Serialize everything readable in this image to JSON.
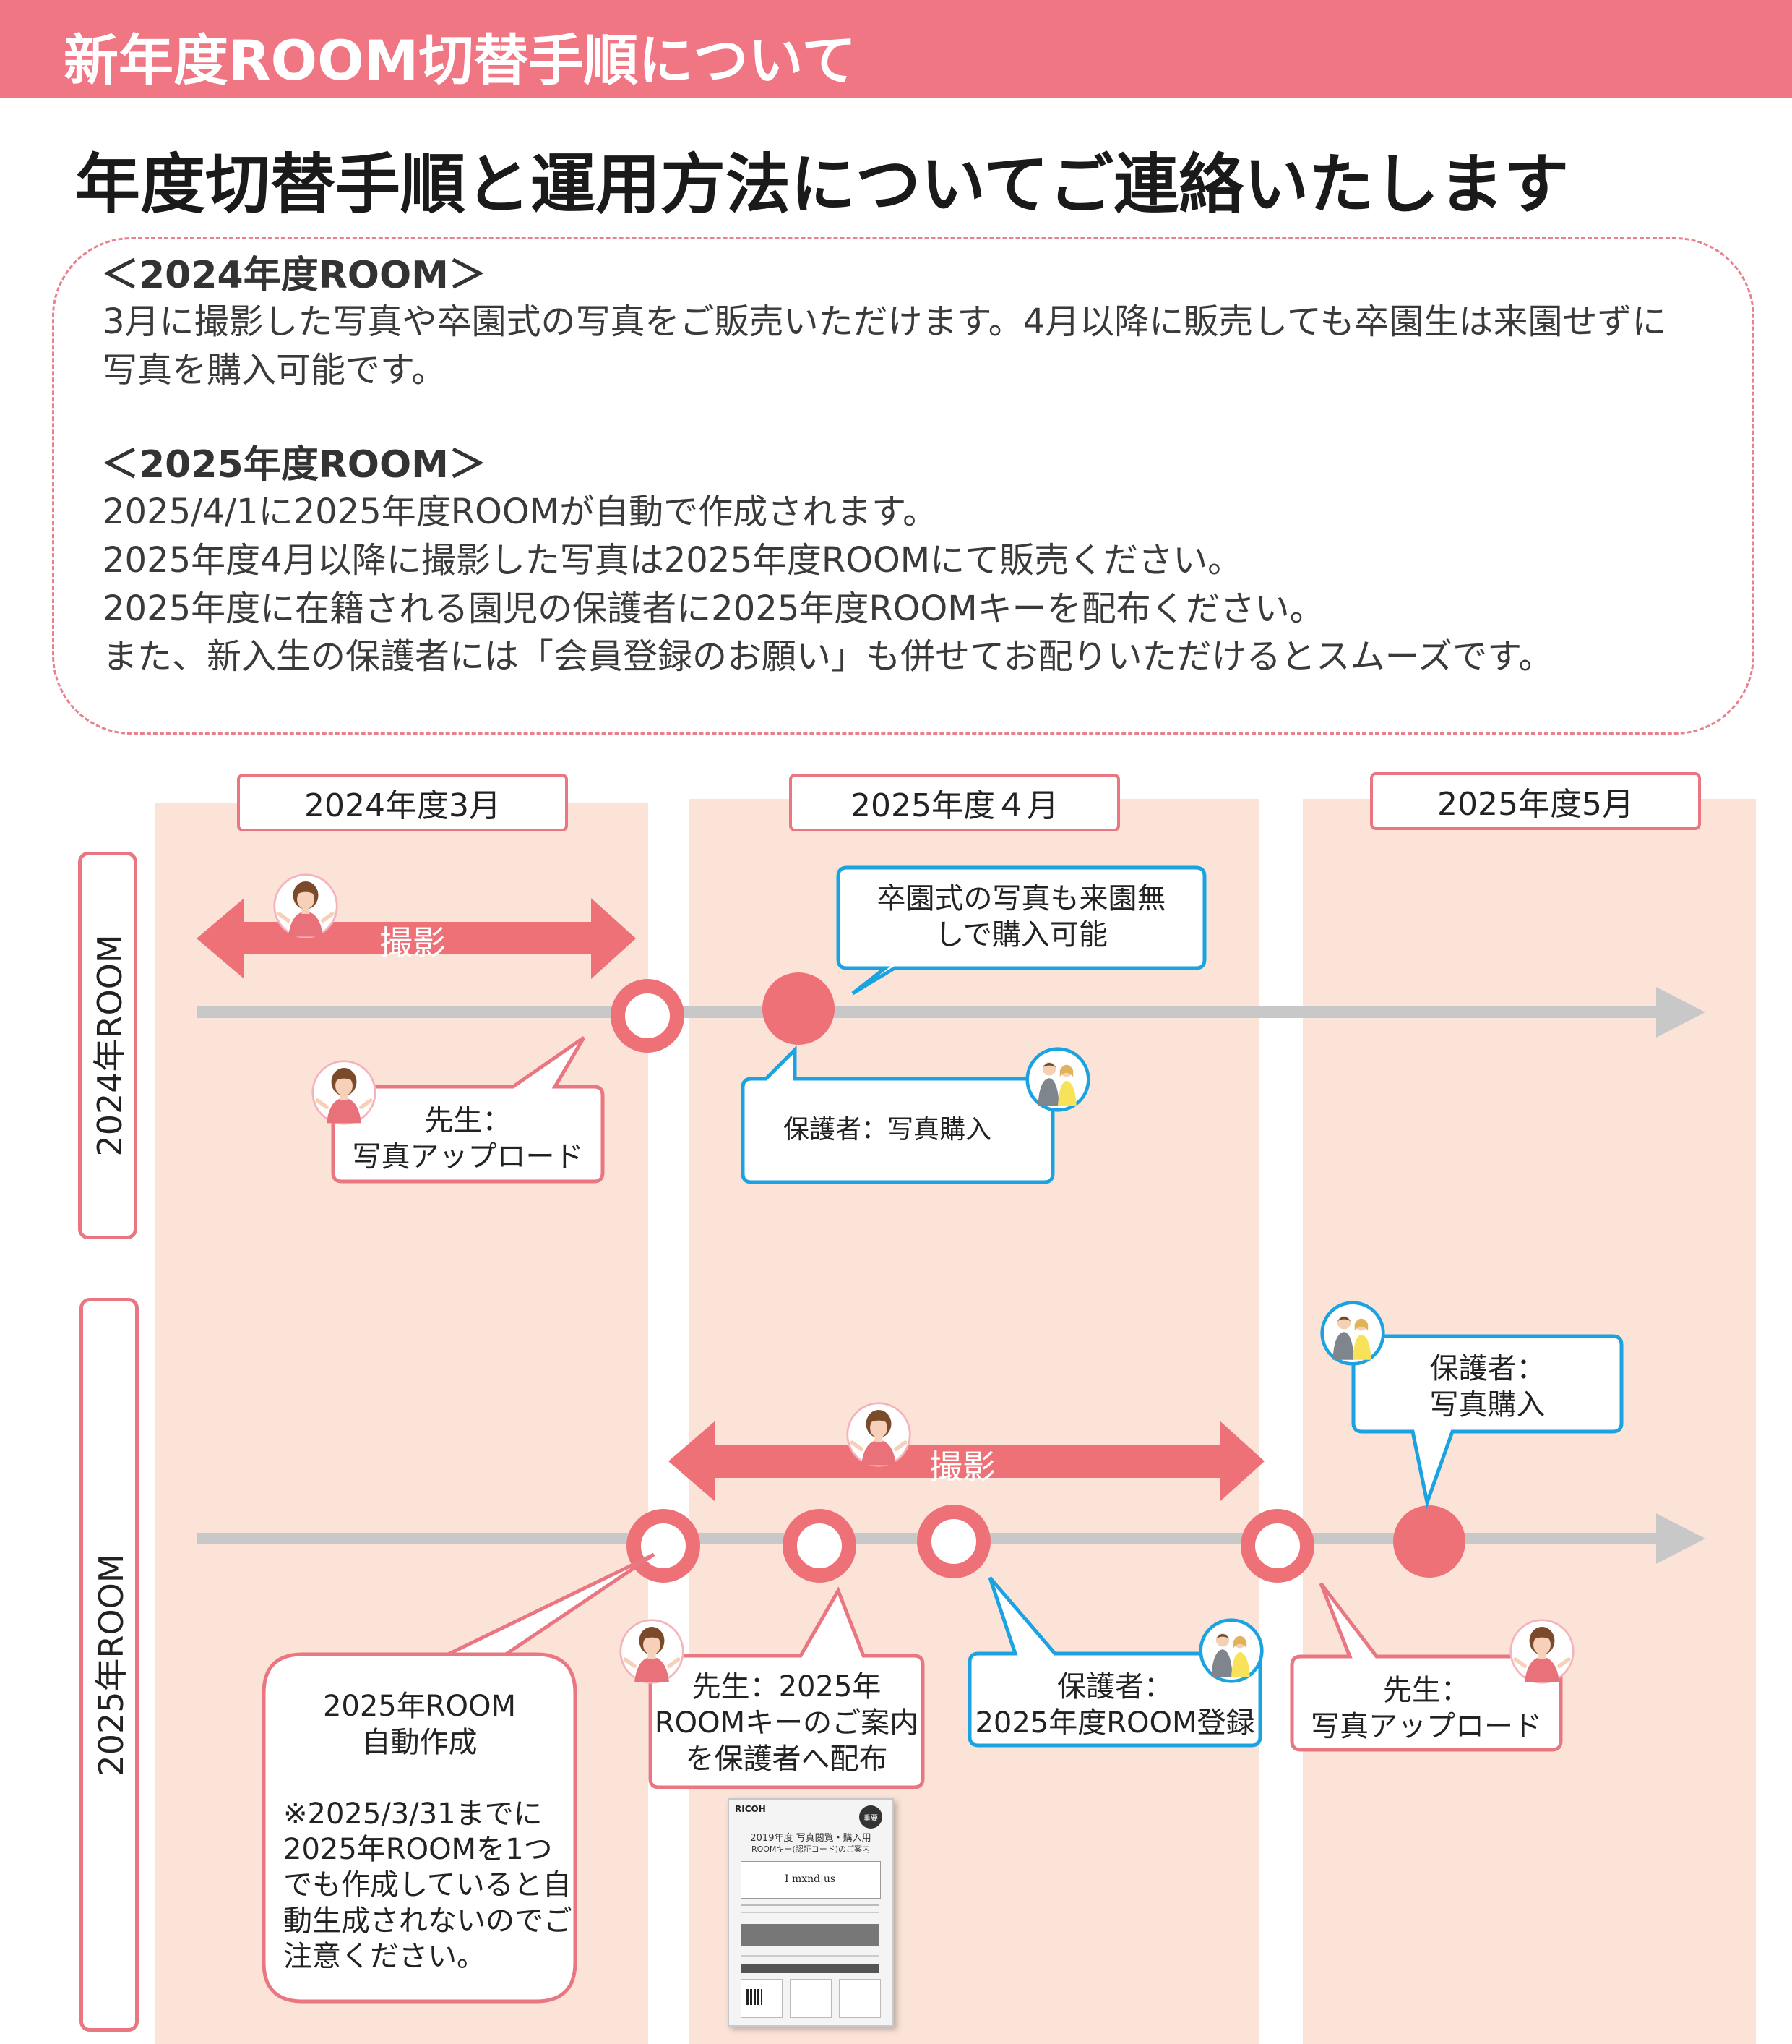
{
  "header": {
    "title": "新年度ROOM切替手順について"
  },
  "subtitle": "年度切替手順と運用方法についてご連絡いたします",
  "notice": {
    "section_2024": {
      "heading": "＜2024年度ROOM＞",
      "lines": [
        "3月に撮影した写真や卒園式の写真をご販売いただけます。4月以降に販売しても卒園生は来園せずに",
        "写真を購入可能です。"
      ]
    },
    "section_2025": {
      "heading": "＜2025年度ROOM＞",
      "lines": [
        "2025/4/1に2025年度ROOMが自動で作成されます。",
        "2025年度4月以降に撮影した写真は2025年度ROOMにて販売ください。",
        "2025年度に在籍される園児の保護者に2025年度ROOMキーを配布ください。",
        "また、新入生の保護者には「会員登録のお願い」も併せてお配りいただけるとスムーズです。"
      ]
    }
  },
  "timeline": {
    "months": [
      "2024年度3月",
      "2025年度４月",
      "2025年度5月"
    ],
    "room_2024": {
      "label": "2024年ROOM",
      "shoot_label": "撮影",
      "bubble_graduation": [
        "卒園式の写真も来園無",
        "しで購入可能"
      ],
      "bubble_teacher": [
        "先生：",
        "写真アップロード"
      ],
      "bubble_parent": "保護者：写真購入"
    },
    "room_2025": {
      "label": "2025年ROOM",
      "shoot_label": "撮影",
      "bubble_parent_buy": [
        "保護者：",
        "写真購入"
      ],
      "bubble_auto": [
        "2025年ROOM",
        "自動作成"
      ],
      "bubble_auto_note": [
        "※2025/3/31までに",
        "2025年ROOMを1つ",
        "でも作成していると自",
        "動生成されないのでご",
        "注意ください。"
      ],
      "bubble_teacher_key": [
        "先生：2025年",
        "ROOMキーのご案内",
        "を保護者へ配布"
      ],
      "bubble_parent_register": [
        "保護者：",
        "2025年度ROOM登録"
      ],
      "bubble_teacher_upload": [
        "先生：",
        "写真アップロード"
      ]
    },
    "leaflet": {
      "brand": "RICOH",
      "title_1": "2019年度 写真閲覧・購入用",
      "title_2": "ROOMキー(認証コード)のご案内",
      "code": "I mxnd|us",
      "badge": "重要"
    }
  },
  "colors": {
    "accent_pink": "#f07684",
    "border_pink": "#e97681",
    "column_bg": "#fbe3d8",
    "timeline_gray": "#c8c8c8",
    "parent_blue": "#1aa3e0"
  },
  "icons": [
    "teacher-icon",
    "parents-icon"
  ]
}
